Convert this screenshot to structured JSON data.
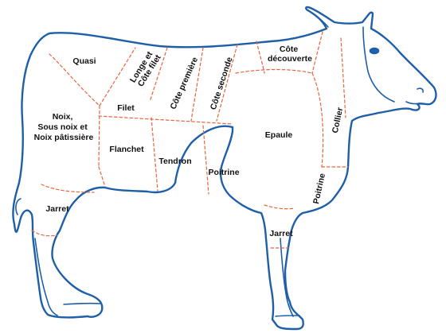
{
  "diagram": {
    "colors": {
      "outline": "#1f5fa8",
      "cut_lines": "#e8643c",
      "text": "#111111"
    },
    "cuts": [
      {
        "id": "quasi",
        "lines": [
          "Quasi"
        ]
      },
      {
        "id": "longe",
        "lines": [
          "Longe et",
          "Côte filet"
        ]
      },
      {
        "id": "cote-premiere",
        "lines": [
          "Côte première"
        ]
      },
      {
        "id": "cote-seconde",
        "lines": [
          "Côte seconde"
        ]
      },
      {
        "id": "cote-decouverte",
        "lines": [
          "Côte",
          "découverte"
        ]
      },
      {
        "id": "filet",
        "lines": [
          "Filet"
        ]
      },
      {
        "id": "noix",
        "lines": [
          "Noix,",
          "Sous noix et",
          "Noix pâtissière"
        ]
      },
      {
        "id": "flanchet",
        "lines": [
          "Flanchet"
        ]
      },
      {
        "id": "tendron",
        "lines": [
          "Tendron"
        ]
      },
      {
        "id": "poitrine",
        "lines": [
          "Poitrine"
        ]
      },
      {
        "id": "epaule",
        "lines": [
          "Epaule"
        ]
      },
      {
        "id": "collier",
        "lines": [
          "Collier"
        ]
      },
      {
        "id": "poitrine-avant",
        "lines": [
          "Poitrine"
        ]
      },
      {
        "id": "jarret-arriere",
        "lines": [
          "Jarret"
        ]
      },
      {
        "id": "jarret-avant",
        "lines": [
          "Jarret"
        ]
      }
    ]
  }
}
